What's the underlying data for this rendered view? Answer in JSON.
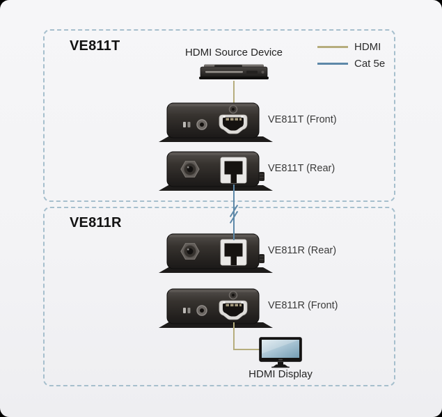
{
  "diagram": {
    "sections": [
      {
        "title": "VE811T"
      },
      {
        "title": "VE811R"
      }
    ],
    "legend": [
      {
        "label": "HDMI",
        "color": "#b6ad7d"
      },
      {
        "label": "Cat 5e",
        "color": "#5d88a8"
      }
    ],
    "devices": [
      {
        "label": "VE811T (Front)"
      },
      {
        "label": "VE811T (Rear)"
      },
      {
        "label": "VE811R (Rear)"
      },
      {
        "label": "VE811R (Front)"
      }
    ],
    "endpoints": {
      "source_label": "HDMI Source Device",
      "display_label": "HDMI Display"
    },
    "colors": {
      "page_background": "#000000",
      "card_background": "#f4f4f6",
      "dashed_border": "#a6bfcd",
      "hdmi_line": "#b6ad7d",
      "cat5e_line": "#5d88a8"
    }
  }
}
